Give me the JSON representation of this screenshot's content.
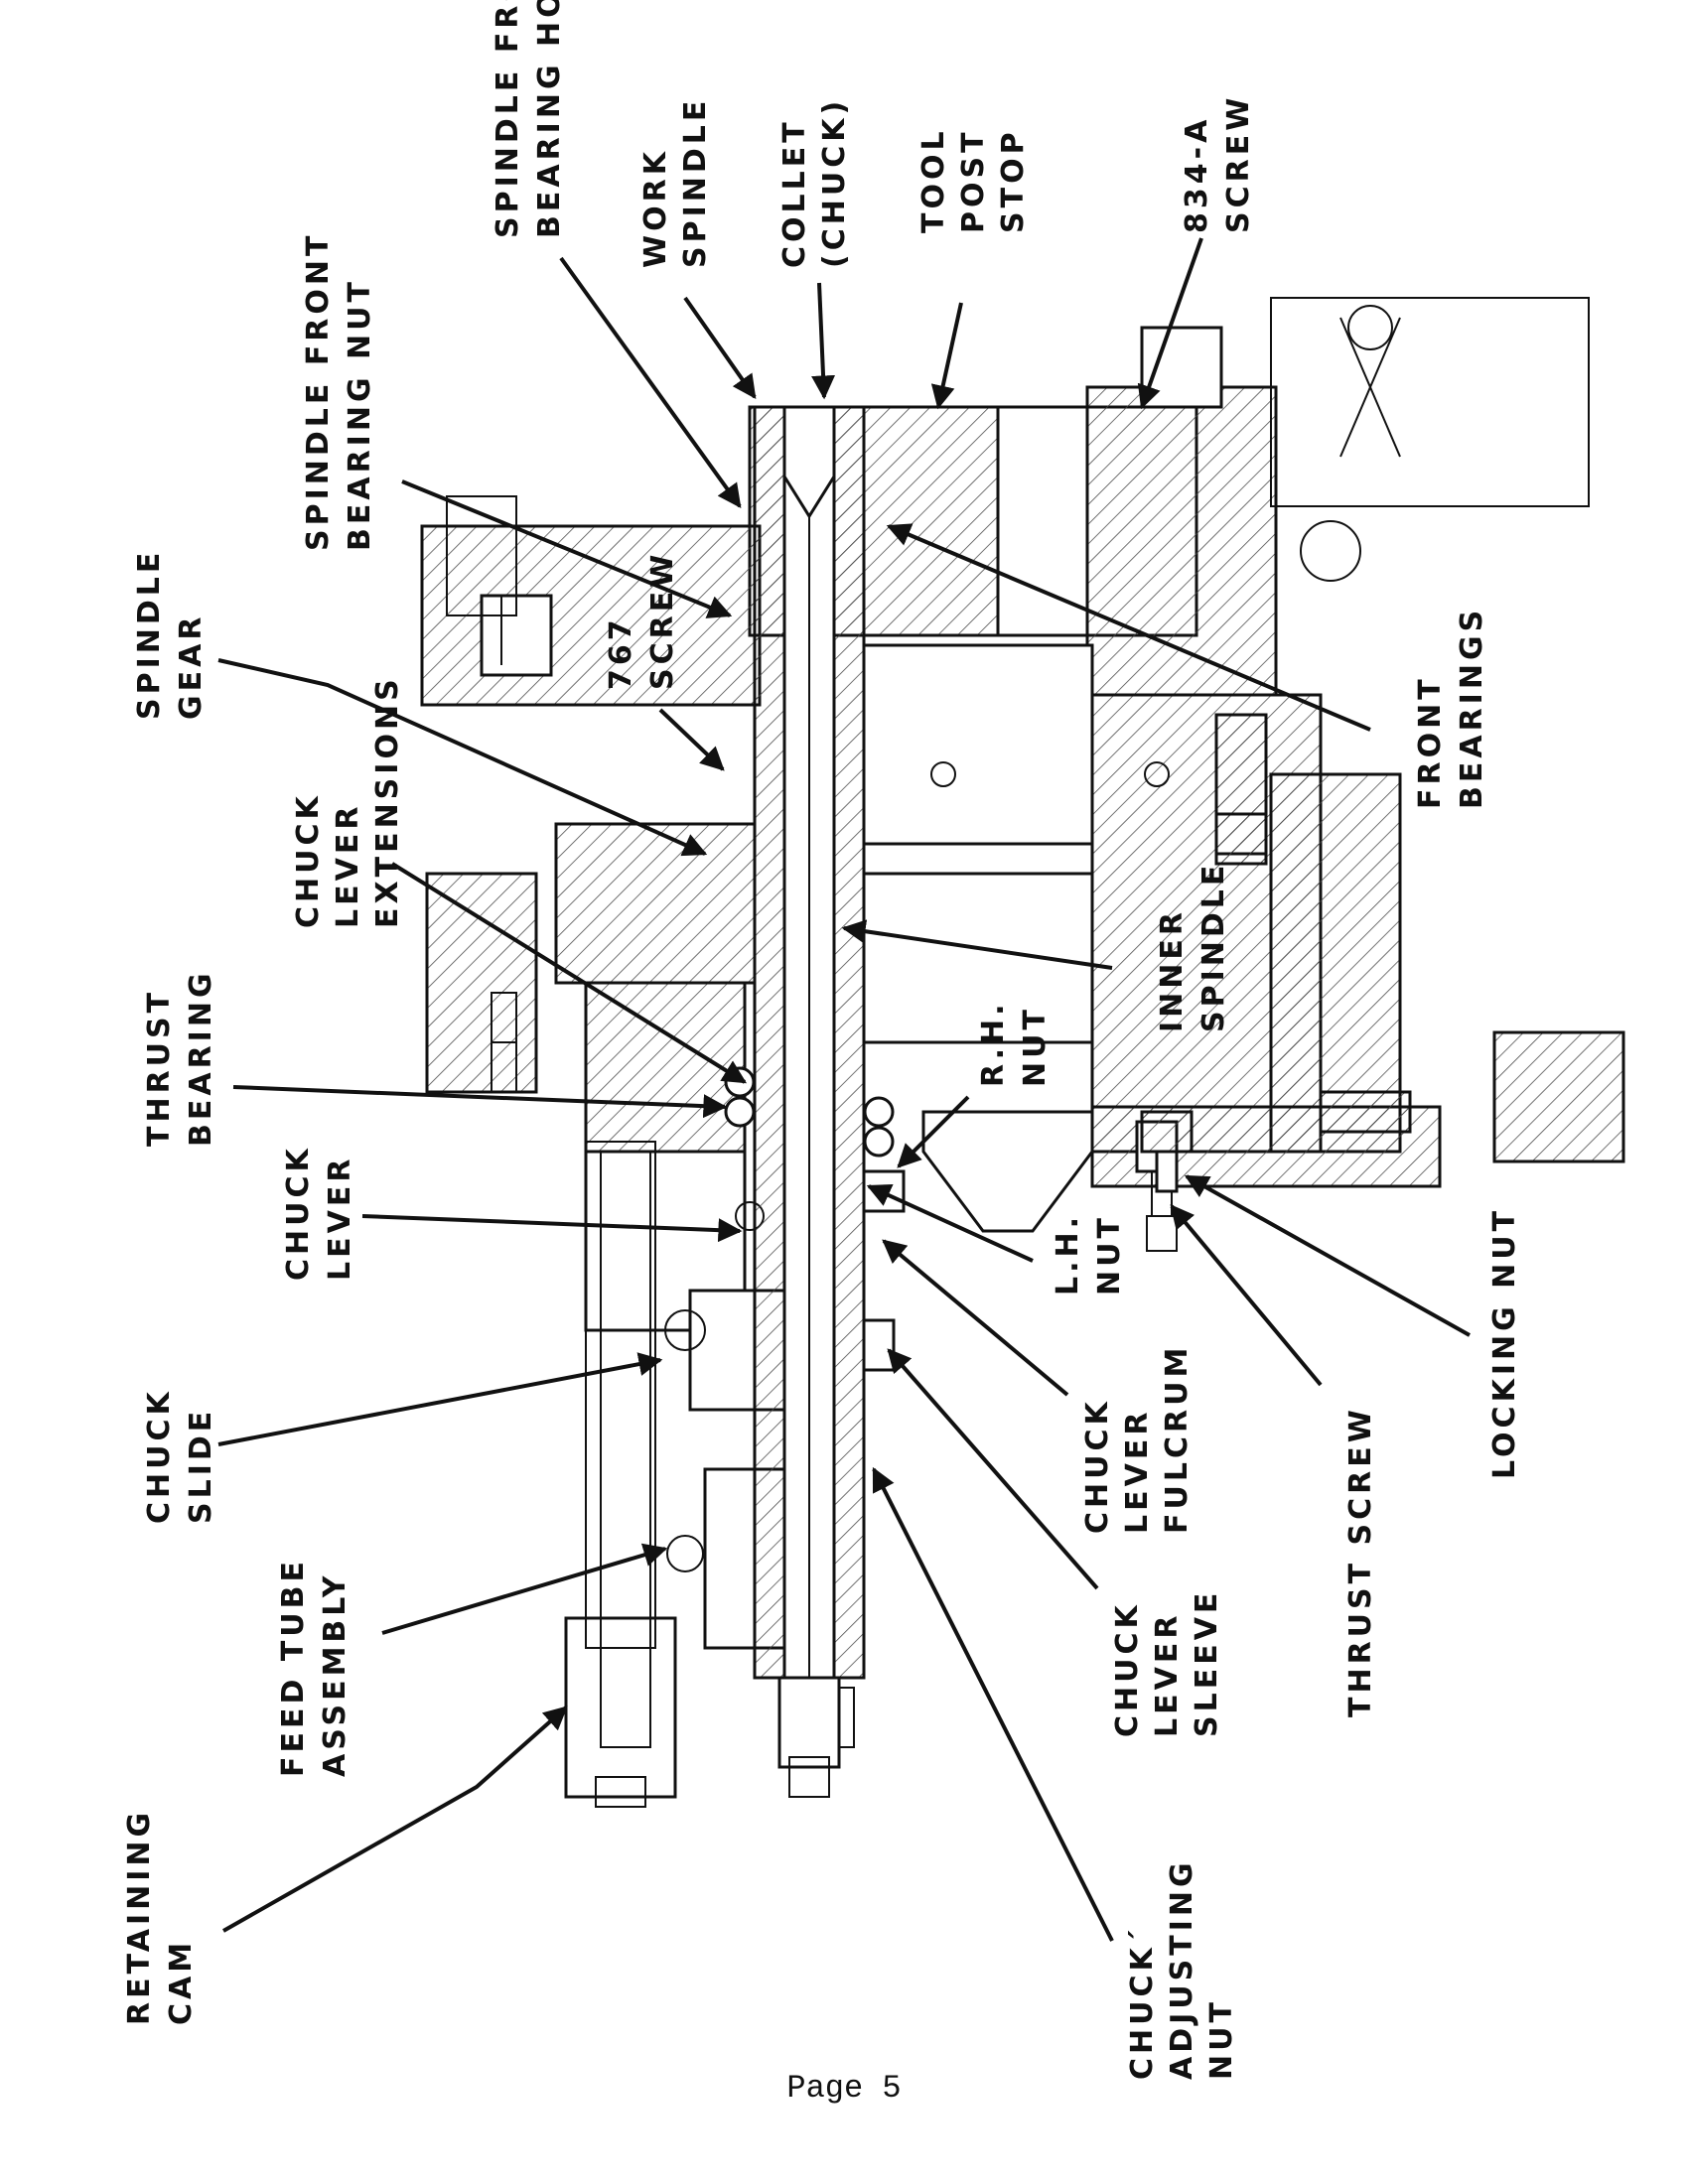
{
  "drawing": {
    "labels": {
      "spindle_front_bearing_housing": [
        "SPINDLE FRONT",
        "BEARING HOUSING"
      ],
      "work_spindle": [
        "WORK",
        "SPINDLE"
      ],
      "collet_chuck": [
        "COLLET",
        "(CHUCK)"
      ],
      "tool_post_stop": [
        "TOOL",
        "POST",
        "STOP"
      ],
      "screw_834a": [
        "834-A",
        "SCREW"
      ],
      "spindle_front_bearing_nut": [
        "SPINDLE FRONT",
        "BEARING NUT"
      ],
      "spindle_gear": [
        "SPINDLE",
        "GEAR"
      ],
      "screw_767": [
        "767",
        "SCREW"
      ],
      "front_bearings": [
        "FRONT",
        "BEARINGS"
      ],
      "chuck_lever_extensions": [
        "CHUCK",
        "LEVER",
        "EXTENSIONS"
      ],
      "inner_spindle": [
        "INNER",
        "SPINDLE"
      ],
      "thrust_bearing": [
        "THRUST",
        "BEARING"
      ],
      "rh_nut": [
        "R.H.",
        "NUT"
      ],
      "chuck_lever": [
        "CHUCK",
        "LEVER"
      ],
      "lh_nut": [
        "L.H.",
        "NUT"
      ],
      "chuck_slide": [
        "CHUCK",
        "SLIDE"
      ],
      "chuck_lever_fulcrum": [
        "CHUCK",
        "LEVER",
        "FULCRUM"
      ],
      "locking_nut": [
        "LOCKING NUT"
      ],
      "thrust_screw": [
        "THRUST SCREW"
      ],
      "feed_tube_assembly": [
        "FEED TUBE",
        "ASSEMBLY"
      ],
      "chuck_lever_sleeve": [
        "CHUCK",
        "LEVER",
        "SLEEVE"
      ],
      "retaining_cam": [
        "RETAINING",
        "CAM"
      ],
      "chuck_adjusting_nut": [
        "CHUCK´",
        "ADJUSTING",
        "NUT"
      ]
    }
  },
  "footer": {
    "page_label": "Page 5"
  }
}
